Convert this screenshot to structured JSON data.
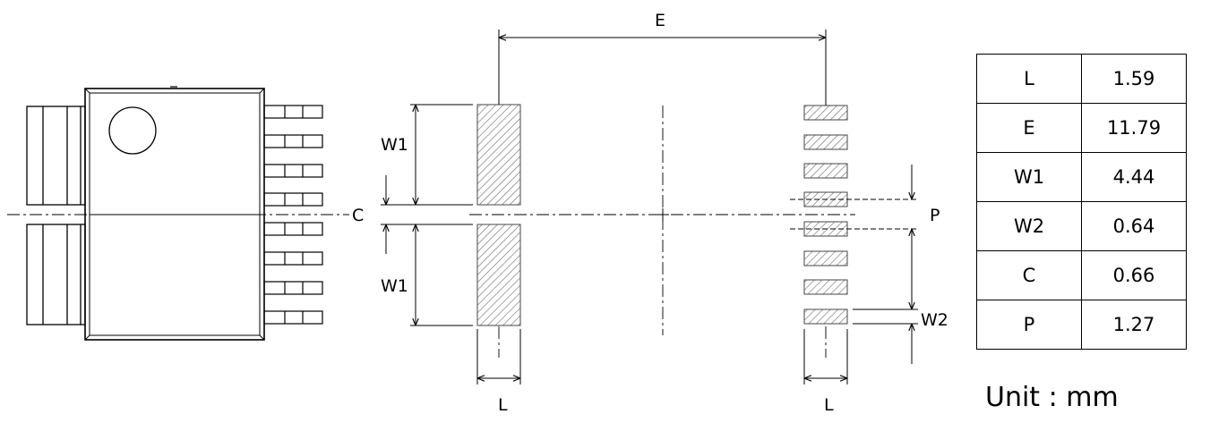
{
  "dimension_labels": {
    "E": "E",
    "W1_upper": "W1",
    "W1_lower": "W1",
    "C": "C",
    "P": "P",
    "W2": "W2",
    "L_left": "L",
    "L_right": "L"
  },
  "spec_table": {
    "rows": [
      {
        "name": "L",
        "value": "1.59"
      },
      {
        "name": "E",
        "value": "11.79"
      },
      {
        "name": "W1",
        "value": "4.44"
      },
      {
        "name": "W2",
        "value": "0.64"
      },
      {
        "name": "C",
        "value": "0.66"
      },
      {
        "name": "P",
        "value": "1.27"
      }
    ]
  },
  "unit_note": "Unit : mm"
}
